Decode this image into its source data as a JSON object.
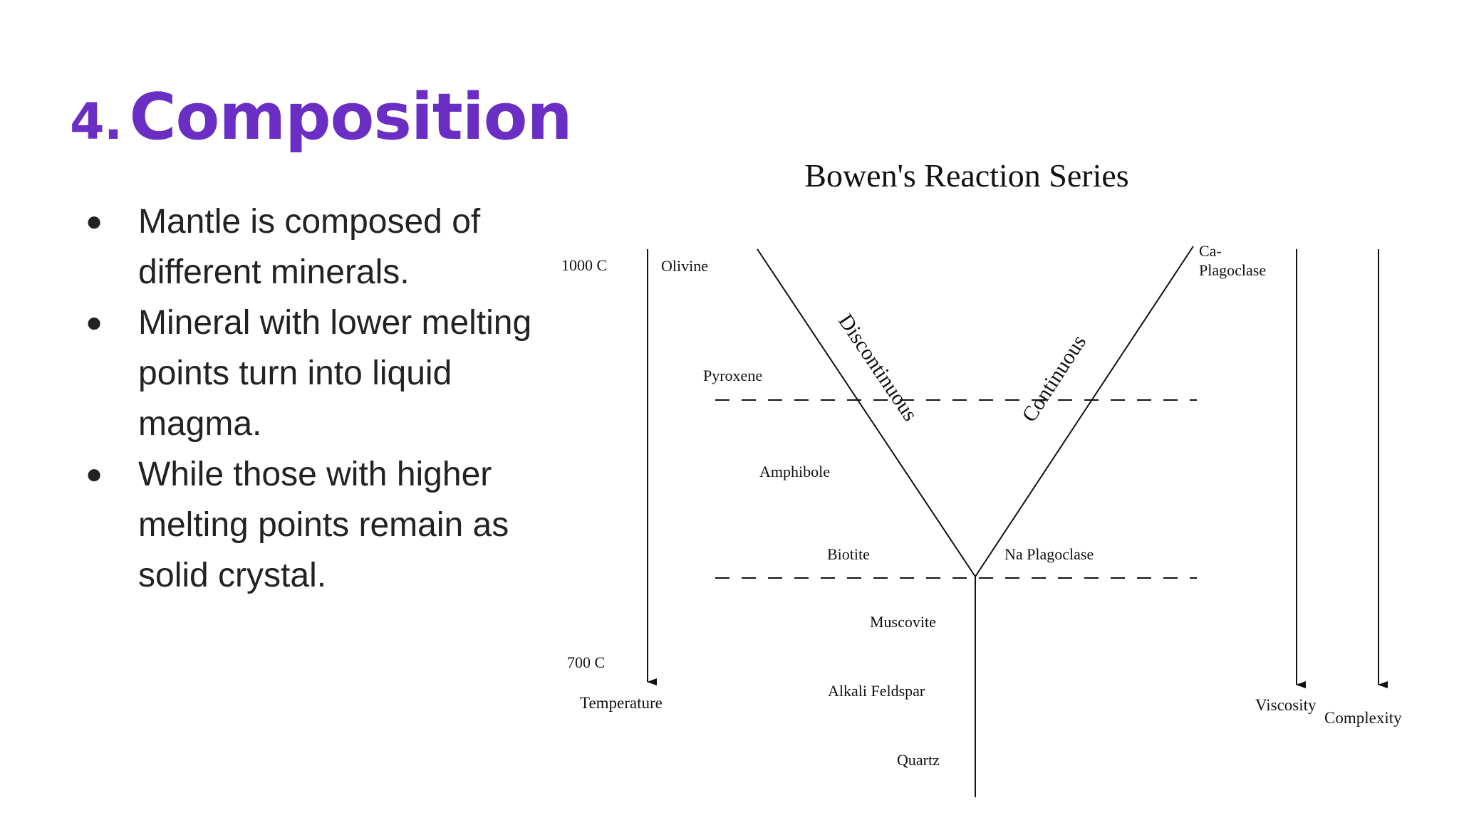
{
  "slide": {
    "title_number": "4.",
    "title_text": "Composition",
    "bullets": [
      "Mantle is composed of different minerals.",
      "Mineral with lower melting points turn into liquid magma.",
      "While those with higher melting points remain as solid crystal."
    ],
    "bullet_symbol": "●"
  },
  "diagram": {
    "title": "Bowen's Reaction Series",
    "temperature": {
      "high": "1000 C",
      "low": "700 C",
      "label": "Temperature"
    },
    "discontinuous_label": "Discontinuous",
    "continuous_label": "Continuous",
    "minerals": {
      "olivine": "Olivine",
      "pyroxene": "Pyroxene",
      "amphibole": "Amphibole",
      "biotite": "Biotite",
      "ca_plagioclase_line1": "Ca-",
      "ca_plagioclase_line2": "Plagoclase",
      "na_plagioclase": "Na Plagoclase",
      "muscovite": "Muscovite",
      "alkali_feldspar": "Alkali Feldspar",
      "quartz": "Quartz"
    },
    "viscosity": "Viscosity",
    "complexity": "Complexity"
  },
  "colors": {
    "title": "#6a2ec4",
    "body_text": "#222222",
    "diagram_ink": "#111111"
  }
}
